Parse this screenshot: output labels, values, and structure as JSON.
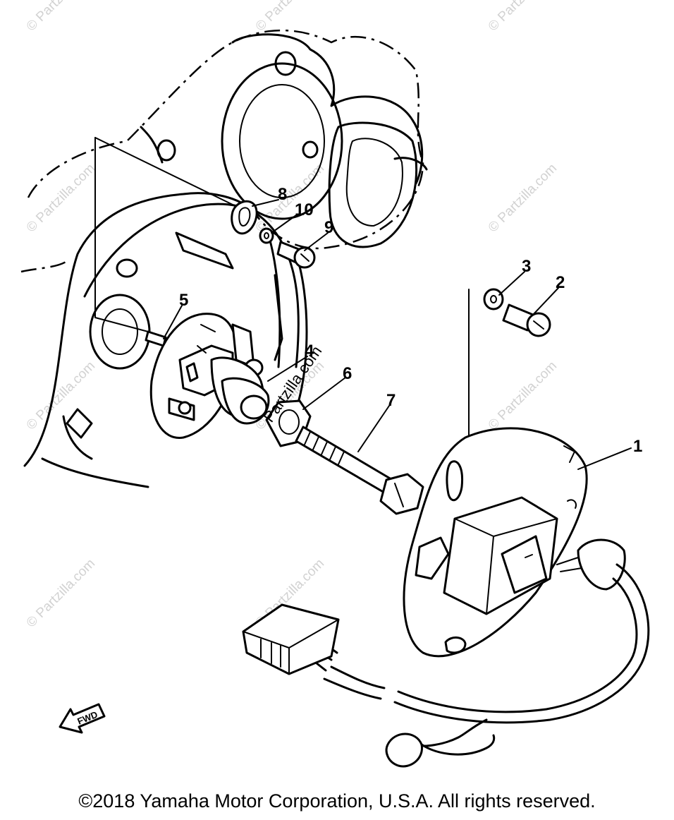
{
  "callouts": {
    "c1": "1",
    "c2": "2",
    "c3": "3",
    "c4": "4",
    "c5": "5",
    "c6": "6",
    "c7": "7",
    "c8": "8",
    "c9": "9",
    "c10": "10"
  },
  "watermark": "© Partzilla.com",
  "diagram_watermark": "Partzilla.com",
  "fwd_label": "FWD",
  "copyright": "©2018  Yamaha Motor Corporation, U.S.A. All rights reserved."
}
